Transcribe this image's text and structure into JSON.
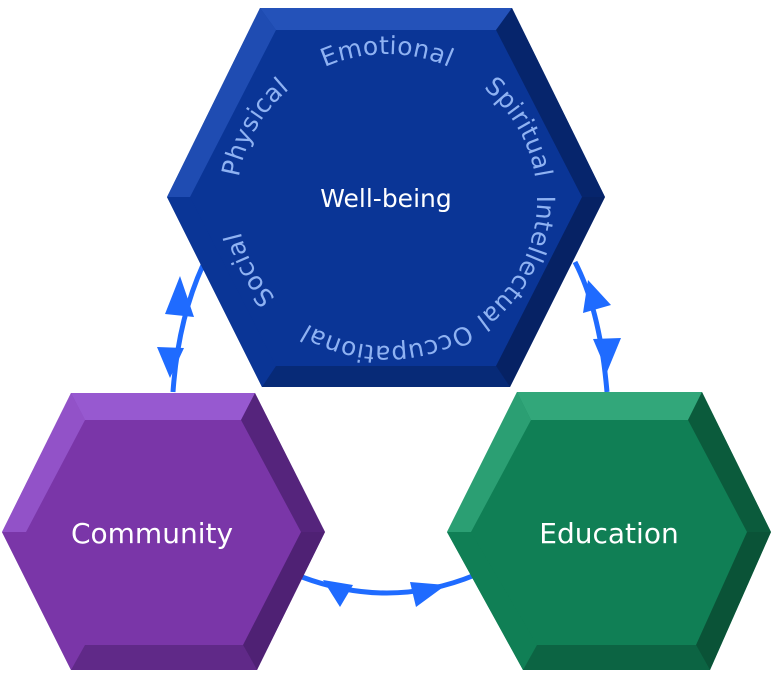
{
  "diagram": {
    "nodes": {
      "wellbeing": {
        "label": "Well-being",
        "color": "#0a3596",
        "dark": "#06205e",
        "light": "#2d5cc4"
      },
      "community": {
        "label": "Community",
        "color": "#7a36a8",
        "dark": "#4a1f6e",
        "light": "#a266de"
      },
      "education": {
        "label": "Education",
        "color": "#107f55",
        "dark": "#0a4f34",
        "light": "#3eb487"
      }
    },
    "wellbeing_dimensions": [
      {
        "label": "Emotional",
        "position": "top"
      },
      {
        "label": "Spiritual",
        "position": "upper-right"
      },
      {
        "label": "Intellectual",
        "position": "lower-right"
      },
      {
        "label": "Occupational",
        "position": "bottom"
      },
      {
        "label": "Social",
        "position": "lower-left"
      },
      {
        "label": "Physical",
        "position": "upper-left"
      }
    ],
    "connections": [
      {
        "from": "wellbeing",
        "to": "community",
        "type": "bidirectional"
      },
      {
        "from": "wellbeing",
        "to": "education",
        "type": "bidirectional"
      },
      {
        "from": "community",
        "to": "education",
        "type": "bidirectional"
      }
    ],
    "arrow_color": "#1f6bff",
    "dimension_text_color": "#8fb2f2"
  }
}
